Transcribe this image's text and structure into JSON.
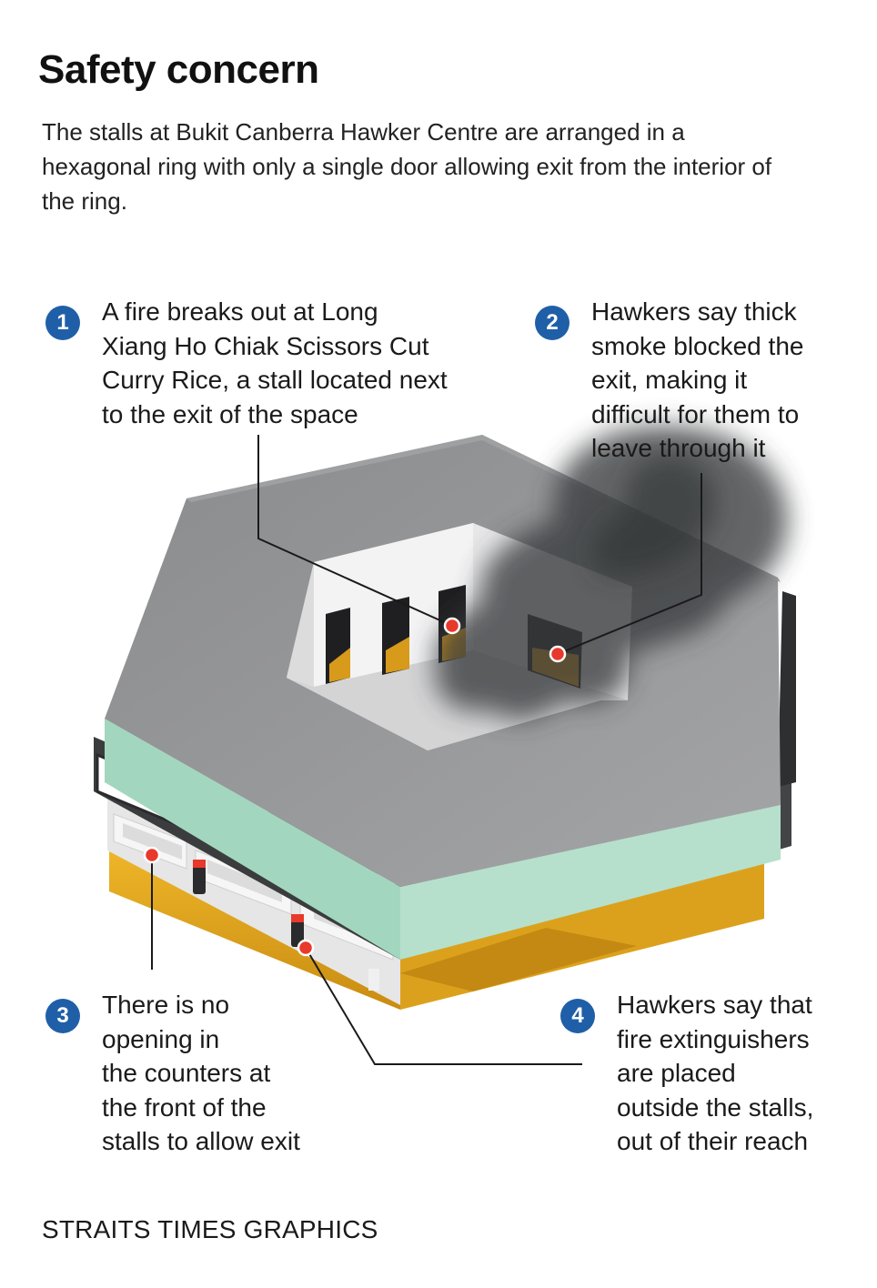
{
  "title": "Safety concern",
  "intro": "The stalls at Bukit Canberra Hawker Centre are arranged in a hexagonal ring with only a single door allowing exit from the interior of the ring.",
  "callouts": [
    {
      "number": "1",
      "text": "A fire breaks out at Long\nXiang Ho Chiak Scissors Cut\nCurry Rice, a stall located next\nto the exit of the space"
    },
    {
      "number": "2",
      "text": "Hawkers say thick\nsmoke blocked the\nexit, making it\ndifficult for them to\nleave through it"
    },
    {
      "number": "3",
      "text": "There is no\nopening in\nthe counters at\nthe front of the\nstalls to allow exit"
    },
    {
      "number": "4",
      "text": "Hawkers say that\nfire extinguishers\nare placed\noutside the stalls,\nout of their reach"
    }
  ],
  "credit": "STRAITS TIMES GRAPHICS",
  "colors": {
    "badge": "#1f5fa8",
    "marker": "#e8392b",
    "roof": "#8e8f91",
    "mint_band": "#a9d8c2",
    "gold_base": "#e3a71f",
    "smoke": "#3a3b3d"
  }
}
